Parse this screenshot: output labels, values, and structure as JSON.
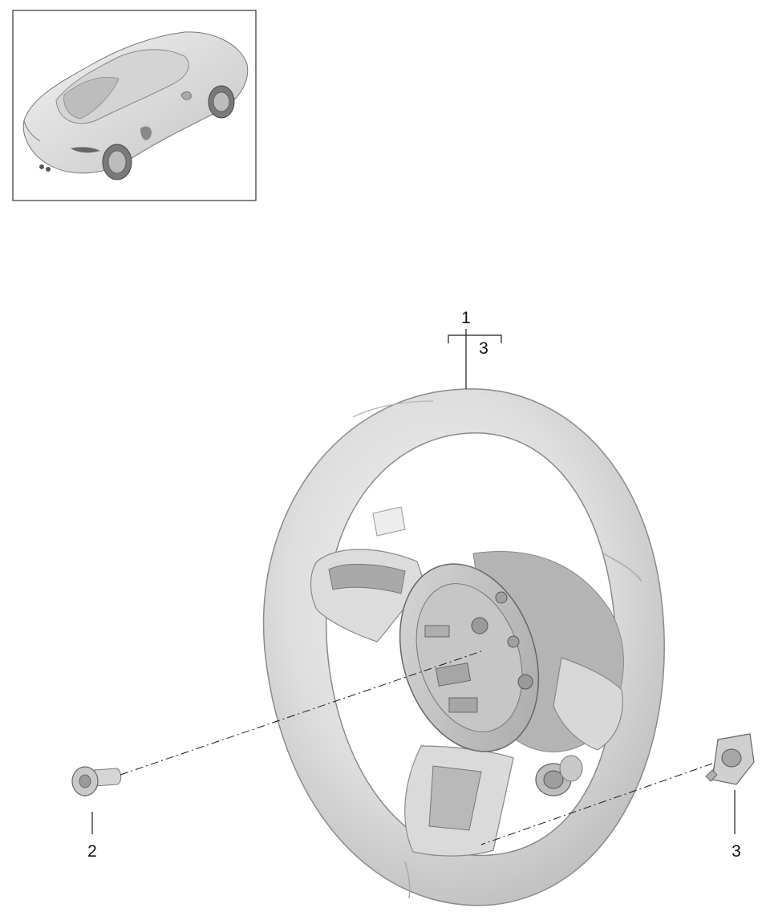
{
  "callouts": {
    "item1": "1",
    "item1_sub": "3",
    "item2": "2",
    "item3": "3"
  },
  "colors": {
    "line": "#1a1a1a",
    "part_fill": "#e4e4e4",
    "part_shade": "#c9c9c9",
    "part_dark": "#9a9a9a"
  },
  "icons": {
    "thumbnail": "vehicle-car-icon",
    "main_part": "steering-wheel",
    "part_2": "bolt",
    "part_3": "clip-bracket"
  }
}
